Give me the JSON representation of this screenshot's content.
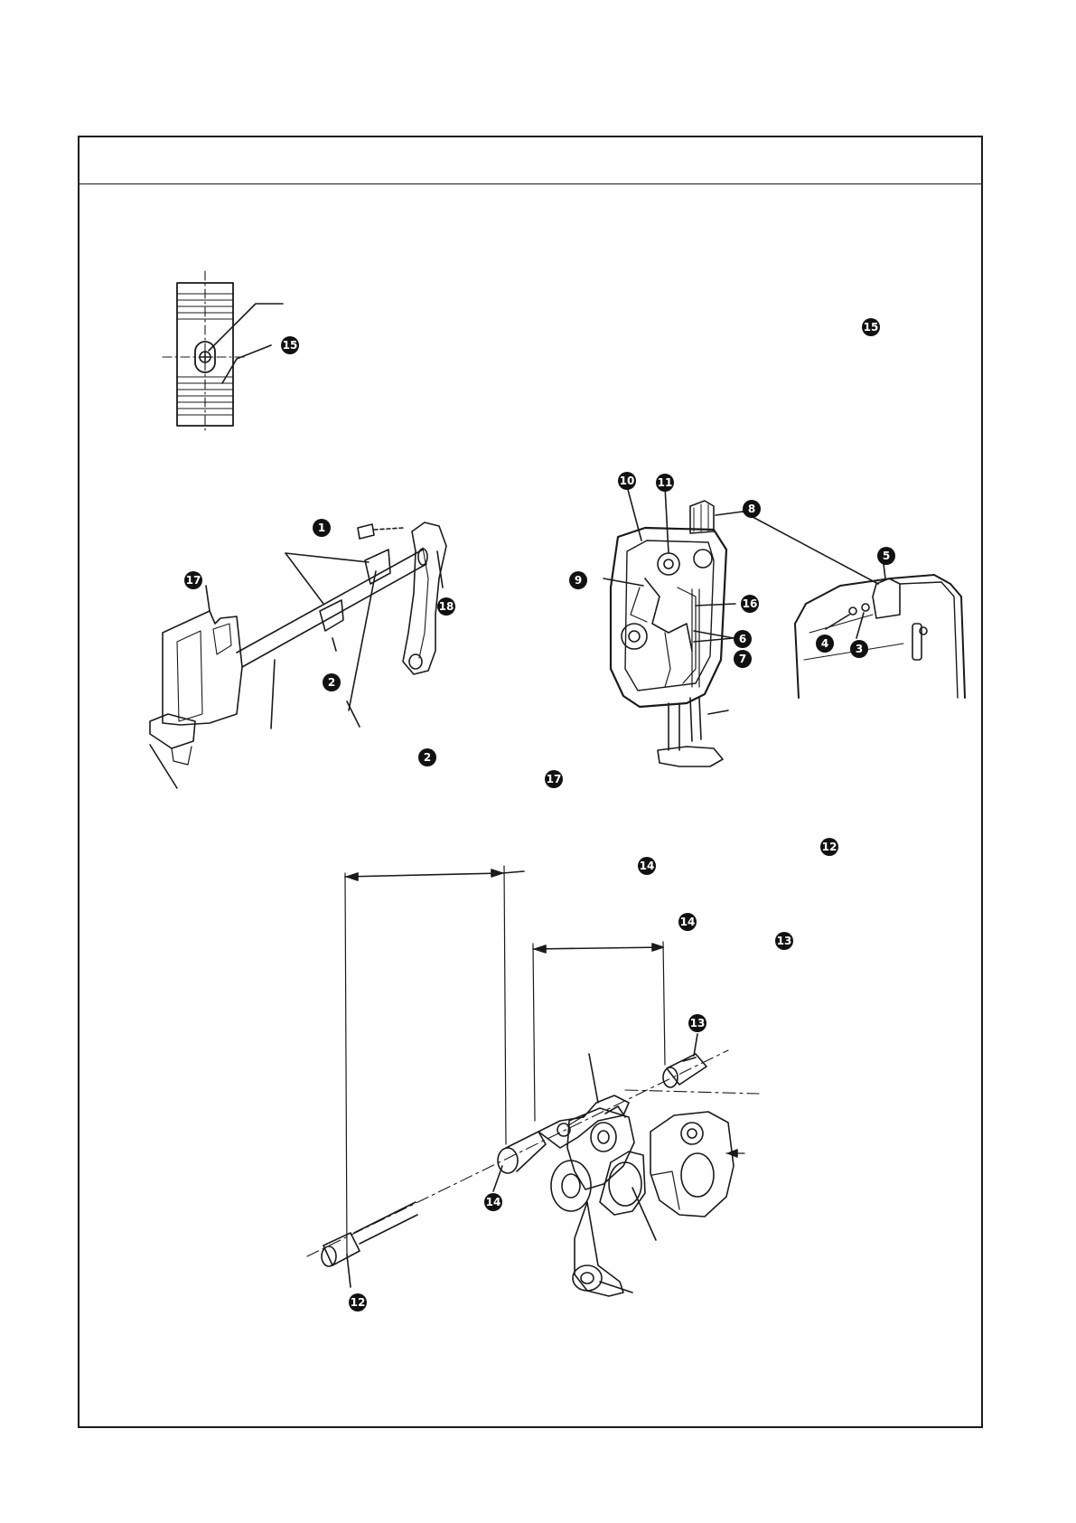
{
  "badges": {
    "b1": "1",
    "b2": "2",
    "b3": "3",
    "b4": "4",
    "b5": "5",
    "b6": "6",
    "b7": "7",
    "b8": "8",
    "b9": "9",
    "b10": "10",
    "b11": "11",
    "b12": "12",
    "b13": "13",
    "b14": "14",
    "b15": "15",
    "b16": "16",
    "b17": "17",
    "b18": "18"
  },
  "colors": {
    "ink": "#1a1a1a",
    "badge_fill": "#111111",
    "badge_text": "#ffffff"
  },
  "icons": {
    "mark_detail": "hatched-plate-with-slot",
    "shaft_assembly": "lever-and-shaft-assembly",
    "machine_head": "machine-face-cover-mechanism",
    "needle_bar_top": "thread-take-up-top",
    "exploded_shaft": "exploded-shaft-and-crank"
  }
}
